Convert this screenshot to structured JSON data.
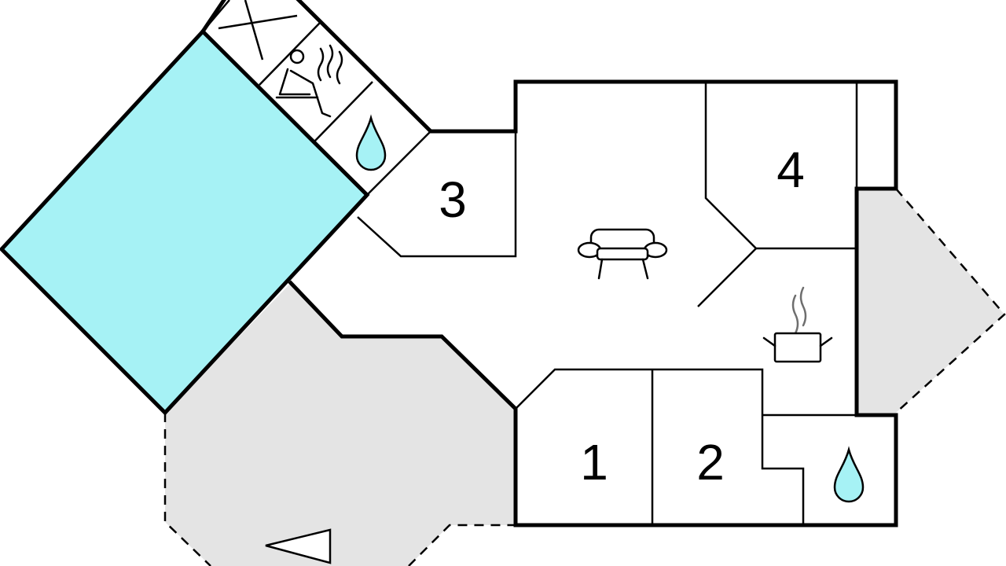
{
  "colors": {
    "pool": "#a6f2f5",
    "terrace": "#e4e4e4",
    "wall": "#000000",
    "water_drop": "#a6f2f5",
    "steam": "#6e6e6e"
  },
  "rooms": {
    "room_1": {
      "label": "1"
    },
    "room_2": {
      "label": "2"
    },
    "room_3": {
      "label": "3"
    },
    "room_4": {
      "label": "4"
    }
  },
  "icons": {
    "sauna": "sauna-icon",
    "shower_upper": "water-drop-icon",
    "shower_lower": "water-drop-icon",
    "sofa": "sofa-icon",
    "cooking_pot": "cooking-pot-icon",
    "unused_room": "cross-icon",
    "entrance": "triangle-arrow-icon"
  }
}
